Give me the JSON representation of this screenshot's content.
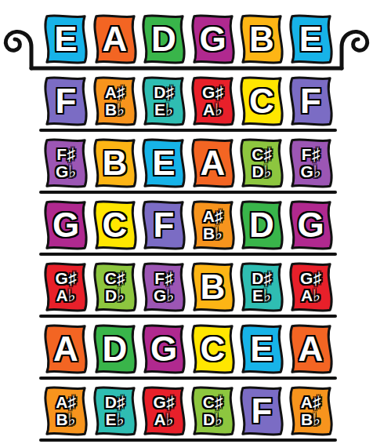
{
  "diagram": {
    "nodes": [
      {
        "text": [
          "E"
        ]
      },
      {
        "text": [
          "A"
        ]
      },
      {
        "text": [
          "D"
        ]
      },
      {
        "text": [
          "G"
        ]
      },
      {
        "text": [
          "B"
        ]
      },
      {
        "text": [
          "E"
        ]
      },
      {
        "text": [
          "F"
        ]
      },
      {
        "text": [
          "A♯ B♭"
        ]
      },
      {
        "text": [
          "D♯ E♭"
        ]
      },
      {
        "text": [
          "G♯ A♭"
        ]
      },
      {
        "text": [
          "C"
        ]
      },
      {
        "text": [
          "F"
        ]
      },
      {
        "text": [
          "F♯ G♭"
        ]
      },
      {
        "text": [
          "B"
        ]
      },
      {
        "text": [
          "E"
        ]
      },
      {
        "text": [
          "A"
        ]
      },
      {
        "text": [
          "C♯ D♭"
        ]
      },
      {
        "text": [
          "F♯ G♭"
        ]
      },
      {
        "text": [
          "G"
        ]
      },
      {
        "text": [
          "C"
        ]
      },
      {
        "text": [
          "F"
        ]
      },
      {
        "text": [
          "A♯ B♭"
        ]
      },
      {
        "text": [
          "D"
        ]
      },
      {
        "text": [
          "G"
        ]
      },
      {
        "text": [
          "G♯ A♭"
        ]
      },
      {
        "text": [
          "C♯ D♭"
        ]
      },
      {
        "text": [
          "F♯ G♭"
        ]
      },
      {
        "text": [
          "B"
        ]
      },
      {
        "text": [
          "D♯ E♭"
        ]
      },
      {
        "text": [
          "G♯ A♭"
        ]
      },
      {
        "text": [
          "A"
        ]
      },
      {
        "text": [
          "D"
        ]
      },
      {
        "text": [
          "G"
        ]
      },
      {
        "text": [
          "C"
        ]
      },
      {
        "text": [
          "E"
        ]
      },
      {
        "text": [
          "A"
        ]
      },
      {
        "text": [
          "A♯ B♭"
        ]
      },
      {
        "text": [
          "D♯ E♭"
        ]
      },
      {
        "text": [
          "G♯ A♭"
        ]
      },
      {
        "text": [
          "C♯ D♭"
        ]
      },
      {
        "text": [
          "F"
        ]
      },
      {
        "text": [
          "A♯ B♭"
        ]
      }
    ]
  }
}
